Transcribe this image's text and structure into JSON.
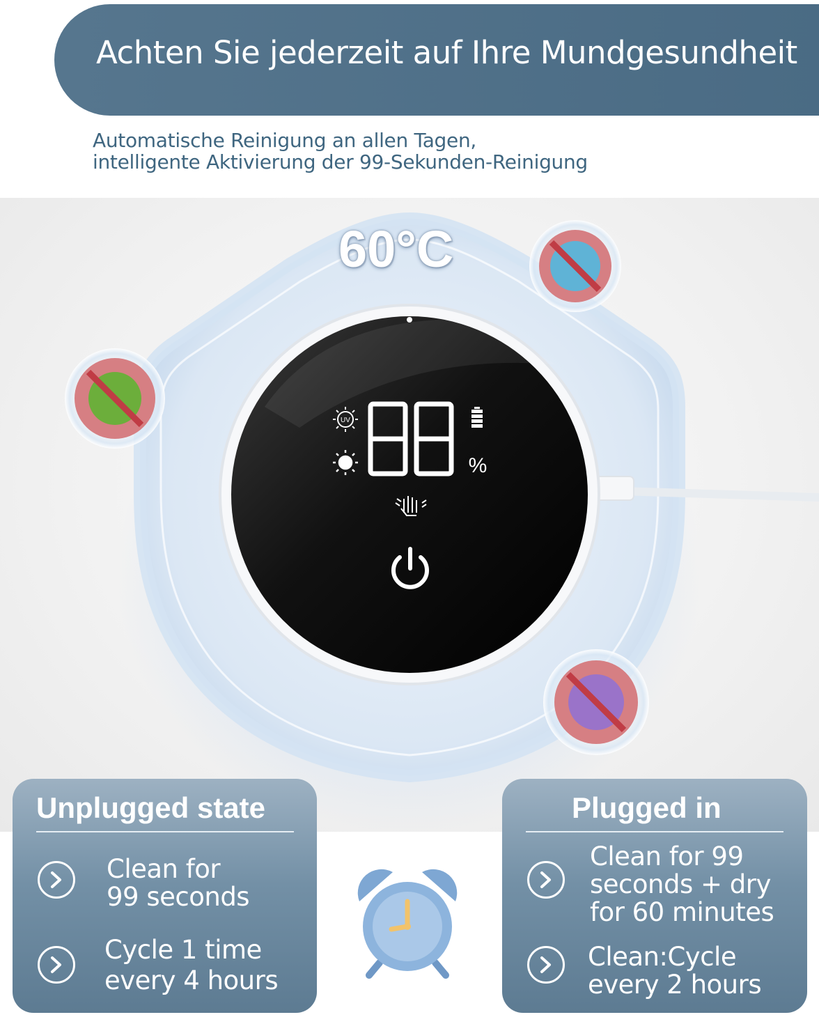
{
  "header": {
    "title": "Achten Sie jederzeit auf Ihre Mundgesundheit",
    "subtitle_line1": "Automatische Reinigung an allen Tagen,",
    "subtitle_line2": "intelligente Aktivierung der 99-Sekunden-Reinigung"
  },
  "device": {
    "temperature": "60°C",
    "display_digits": "88",
    "uv_label": "UV",
    "percent_sign": "%"
  },
  "cards": {
    "unplugged": {
      "title": "Unplugged state",
      "item1": "Clean for\n99 seconds",
      "item2": "Cycle 1 time\nevery 4 hours"
    },
    "plugged": {
      "title": "Plugged in",
      "item1": "Clean for 99\nseconds + dry\nfor 60 minutes",
      "item2": "Clean:Cycle\nevery 2 hours"
    }
  },
  "colors": {
    "banner": "#4f6f88",
    "subtitle": "#3f6680",
    "card": "#7390a6"
  }
}
